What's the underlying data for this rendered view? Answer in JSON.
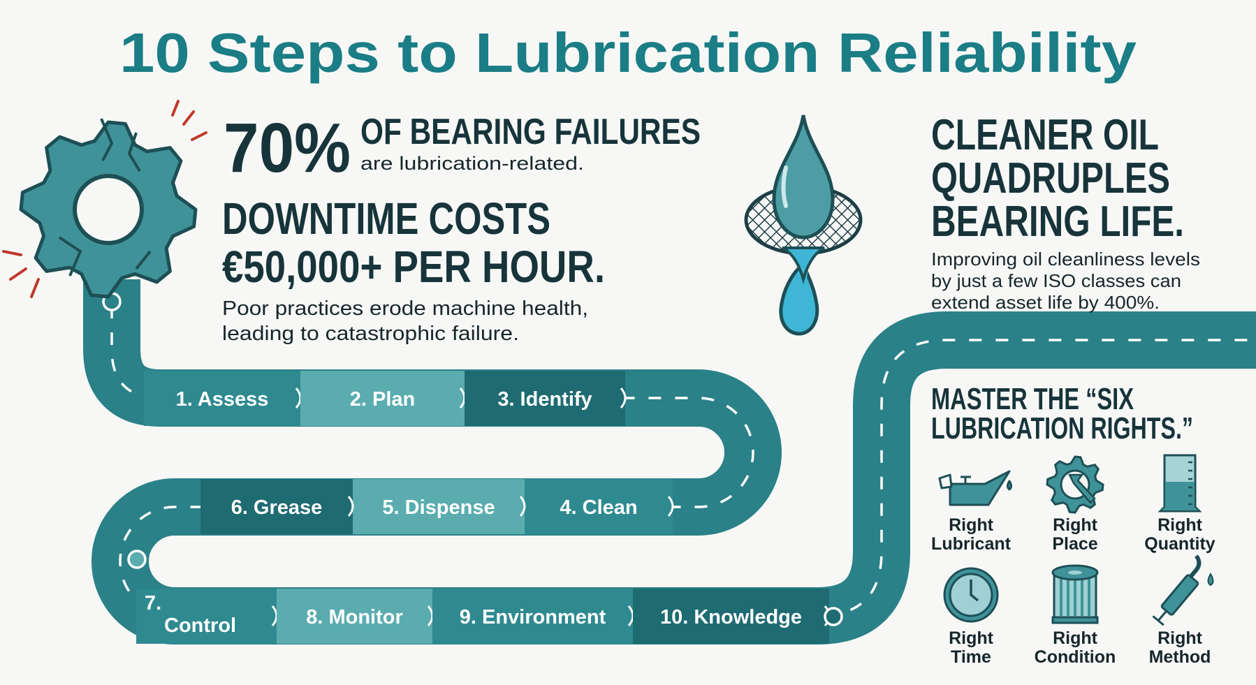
{
  "title": "10 Steps to Lubrication Reliability",
  "colors": {
    "title": "#1b7d85",
    "road": "#2b8188",
    "step_dark": "#1f6b72",
    "step_mid": "#2f8a90",
    "step_light": "#5aacaf",
    "heading_text": "#17343a",
    "alert_red": "#c0392b",
    "oil_blue": "#3fb6d6"
  },
  "left_stats": {
    "percent": "70%",
    "percent_heading": "OF BEARING FAILURES",
    "percent_sub": "are lubrication-related.",
    "downtime_line1": "DOWNTIME COSTS",
    "downtime_line2": "€50,000+ PER HOUR.",
    "body_line1": "Poor practices erode machine health,",
    "body_line2": "leading to catastrophic failure.",
    "icon": "broken-gear-icon"
  },
  "right_stats": {
    "heading_line1": "CLEANER OIL",
    "heading_line2": "QUADRUPLES",
    "heading_line3": "BEARING LIFE.",
    "body_line1": "Improving oil cleanliness levels",
    "body_line2": "by just a few ISO classes can",
    "body_line3": "extend asset life by 400%.",
    "icon": "oil-drop-filter-icon"
  },
  "steps": [
    {
      "label": "1. Assess",
      "tone": "mid"
    },
    {
      "label": "2. Plan",
      "tone": "light"
    },
    {
      "label": "3. Identify",
      "tone": "dark"
    },
    {
      "label": "4. Clean",
      "tone": "mid"
    },
    {
      "label": "5. Dispense",
      "tone": "light"
    },
    {
      "label": "6. Grease",
      "tone": "dark"
    },
    {
      "label": "7.",
      "label2": "Control",
      "tone": "mid"
    },
    {
      "label": "8. Monitor",
      "tone": "light"
    },
    {
      "label": "9. Environment",
      "tone": "mid"
    },
    {
      "label": "10. Knowledge",
      "tone": "dark"
    }
  ],
  "six_rights": {
    "heading_line1": "MASTER THE “SIX",
    "heading_line2": "LUBRICATION RIGHTS.”",
    "items": [
      {
        "line1": "Right",
        "line2": "Lubricant",
        "icon": "oil-can-icon"
      },
      {
        "line1": "Right",
        "line2": "Place",
        "icon": "gear-wrench-icon"
      },
      {
        "line1": "Right",
        "line2": "Quantity",
        "icon": "measuring-beaker-icon"
      },
      {
        "line1": "Right",
        "line2": "Time",
        "icon": "clock-icon"
      },
      {
        "line1": "Right",
        "line2": "Condition",
        "icon": "oil-filter-icon"
      },
      {
        "line1": "Right",
        "line2": "Method",
        "icon": "grease-gun-icon"
      }
    ]
  }
}
